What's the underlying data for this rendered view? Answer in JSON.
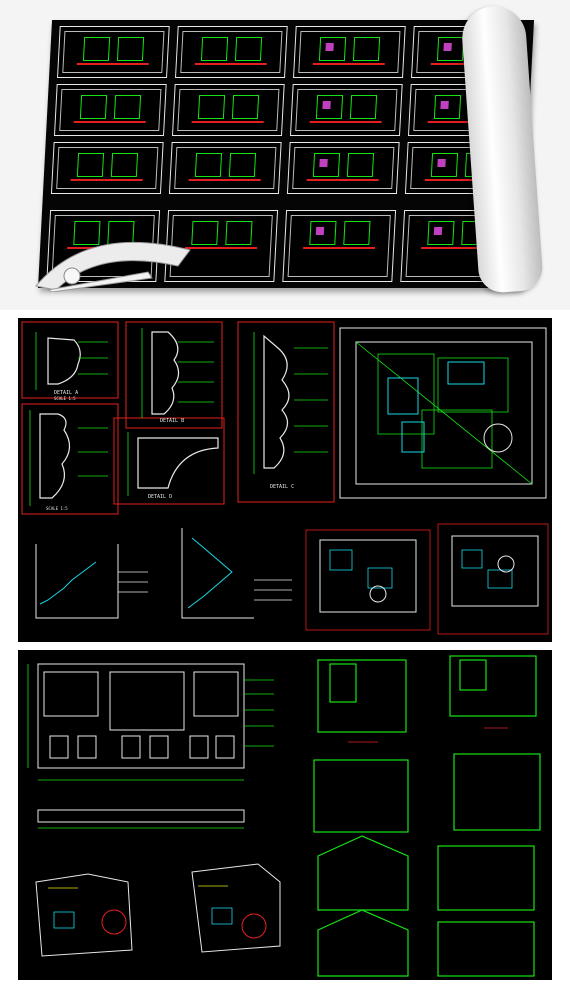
{
  "panel2": {
    "detail_a": "DETAIL A",
    "detail_b": "DETAIL B",
    "detail_c": "DETAIL C",
    "detail_d": "DETAIL D",
    "scale_a": "SCALE 1:5",
    "scale_b": "SCALE 1:5"
  },
  "colors": {
    "green": "#16e316",
    "red": "#e32020",
    "white": "#e8e8e8",
    "yellow": "#e6e61e",
    "cyan": "#18d8e8",
    "magenta": "#c040c0"
  }
}
